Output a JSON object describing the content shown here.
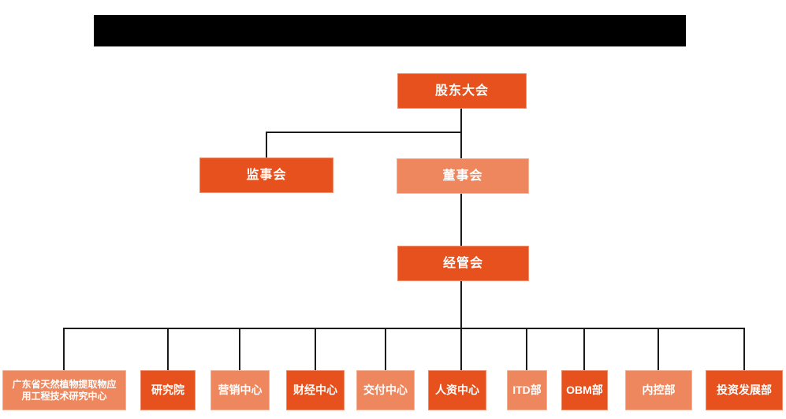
{
  "colors": {
    "node_primary": "#E6511D",
    "node_secondary": "#EF875E",
    "connector": "#1A1A1A",
    "redaction_bar": "#000000",
    "node_text": "#FFFFFF",
    "background": "#FFFFFF"
  },
  "org": {
    "shareholders": {
      "label": "股东大会",
      "variant": "primary"
    },
    "supervisory": {
      "label": "监事会",
      "variant": "primary"
    },
    "board": {
      "label": "董事会",
      "variant": "secondary"
    },
    "management": {
      "label": "经管会",
      "variant": "primary"
    },
    "departments": [
      {
        "label": "广东省天然植物提取物应用工程技术研究中心",
        "label_lines": [
          "广东省天然植物提取物应",
          "用工程技术研究中心"
        ],
        "variant": "secondary"
      },
      {
        "label": "研究院",
        "variant": "primary"
      },
      {
        "label": "营销中心",
        "variant": "secondary"
      },
      {
        "label": "财经中心",
        "variant": "primary"
      },
      {
        "label": "交付中心",
        "variant": "secondary"
      },
      {
        "label": "人资中心",
        "variant": "primary"
      },
      {
        "label": "ITD部",
        "variant": "secondary"
      },
      {
        "label": "OBM部",
        "variant": "primary"
      },
      {
        "label": "内控部",
        "variant": "secondary"
      },
      {
        "label": "投资发展部",
        "variant": "primary"
      }
    ]
  },
  "hierarchy": {
    "root": "股东大会",
    "edges": [
      {
        "from": "股东大会",
        "to": "监事会"
      },
      {
        "from": "股东大会",
        "to": "董事会"
      },
      {
        "from": "董事会",
        "to": "经管会"
      },
      {
        "from": "经管会",
        "to": "广东省天然植物提取物应用工程技术研究中心"
      },
      {
        "from": "经管会",
        "to": "研究院"
      },
      {
        "from": "经管会",
        "to": "营销中心"
      },
      {
        "from": "经管会",
        "to": "财经中心"
      },
      {
        "from": "经管会",
        "to": "交付中心"
      },
      {
        "from": "经管会",
        "to": "人资中心"
      },
      {
        "from": "经管会",
        "to": "ITD部"
      },
      {
        "from": "经管会",
        "to": "OBM部"
      },
      {
        "from": "经管会",
        "to": "内控部"
      },
      {
        "from": "经管会",
        "to": "投资发展部"
      }
    ]
  }
}
